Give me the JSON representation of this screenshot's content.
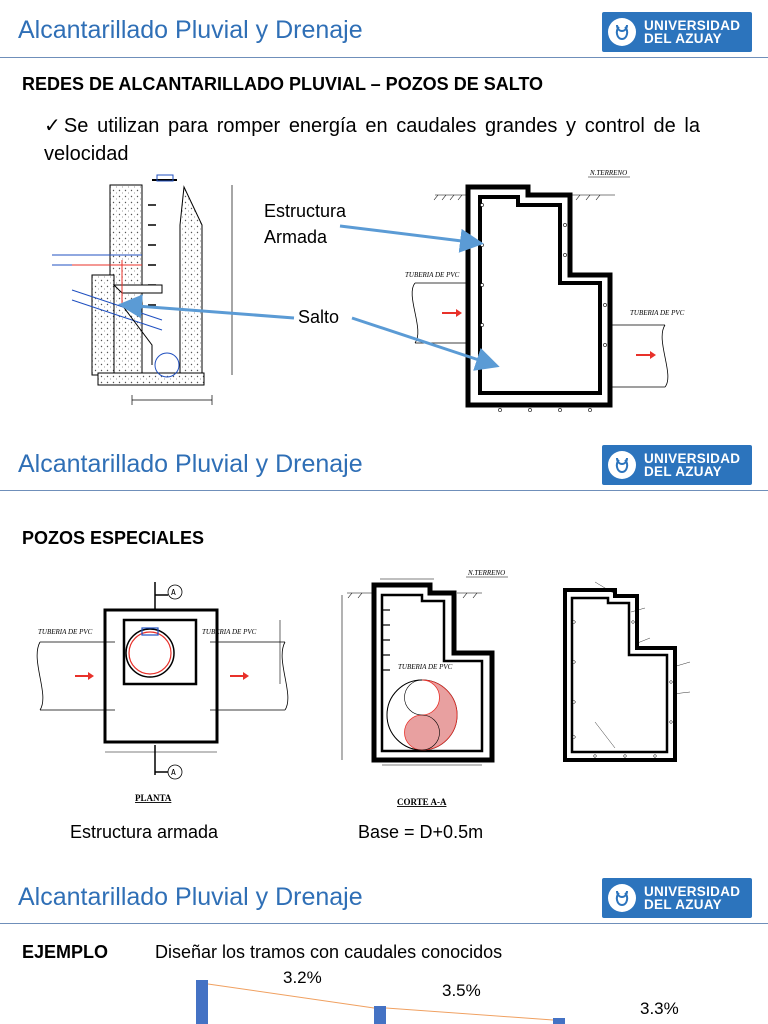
{
  "slides": [
    {
      "title": "Alcantarillado Pluvial y Drenaje",
      "logo": {
        "line1": "UNIVERSIDAD",
        "line2": "DEL AZUAY"
      },
      "heading": "REDES DE ALCANTARILLADO PLUVIAL – POZOS DE SALTO",
      "bullet_mark": "✓",
      "bullet_text": "Se utilizan para romper energía en caudales grandes y control de la velocidad",
      "callouts": {
        "estructura_line1": "Estructura",
        "estructura_line2": "Armada",
        "salto": "Salto"
      },
      "drawing_labels": {
        "n_terreno": "N.TERRENO",
        "tuberia_left": "TUBERIA DE PVC",
        "tuberia_right": "TUBERIA DE PVC"
      }
    },
    {
      "title": "Alcantarillado Pluvial y Drenaje",
      "logo": {
        "line1": "UNIVERSIDAD",
        "line2": "DEL AZUAY"
      },
      "heading": "POZOS ESPECIALES",
      "caption_left": "Estructura armada",
      "caption_right": "Base = D+0.5m",
      "drawing_labels": {
        "planta": "PLANTA",
        "corte": "CORTE A-A",
        "tuberia_left": "TUBERIA DE PVC",
        "tuberia_right": "TUBERIA DE PVC",
        "tuberia_section": "TUBERIA DE PVC",
        "n_terreno": "N.TERRENO",
        "marker": "A"
      }
    },
    {
      "title": "Alcantarillado Pluvial y Drenaje",
      "logo": {
        "line1": "UNIVERSIDAD",
        "line2": "DEL AZUAY"
      },
      "heading": "EJEMPLO",
      "subtitle": "Diseñar los tramos con caudales conocidos",
      "slopes": [
        "3.2%",
        "3.5%",
        "3.3%"
      ]
    }
  ],
  "colors": {
    "title": "#2f6fb6",
    "logo_bg": "#2c74bd",
    "arrow": "#5b9bd5",
    "flow": "#e8312a"
  }
}
